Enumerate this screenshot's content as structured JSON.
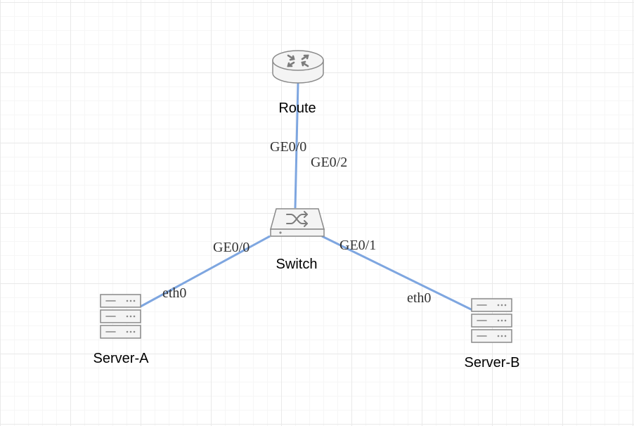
{
  "colors": {
    "link": "#7ea6e0",
    "device_stroke": "#8a8a8a",
    "device_fill": "#f4f4f4",
    "router_arrows": "#7c7c7c"
  },
  "nodes": {
    "router": {
      "label": "Route",
      "icon": "router-icon"
    },
    "switch": {
      "label": "Switch",
      "icon": "switch-icon"
    },
    "server_a": {
      "label": "Server-A",
      "icon": "server-icon"
    },
    "server_b": {
      "label": "Server-B",
      "icon": "server-icon"
    }
  },
  "links": [
    {
      "from": "Route",
      "to": "Switch",
      "from_port": "GE0/0",
      "to_port": "GE0/2"
    },
    {
      "from": "Switch",
      "to": "Server-A",
      "from_port": "GE0/0",
      "to_port": "eth0"
    },
    {
      "from": "Switch",
      "to": "Server-B",
      "from_port": "GE0/1",
      "to_port": "eth0"
    }
  ]
}
